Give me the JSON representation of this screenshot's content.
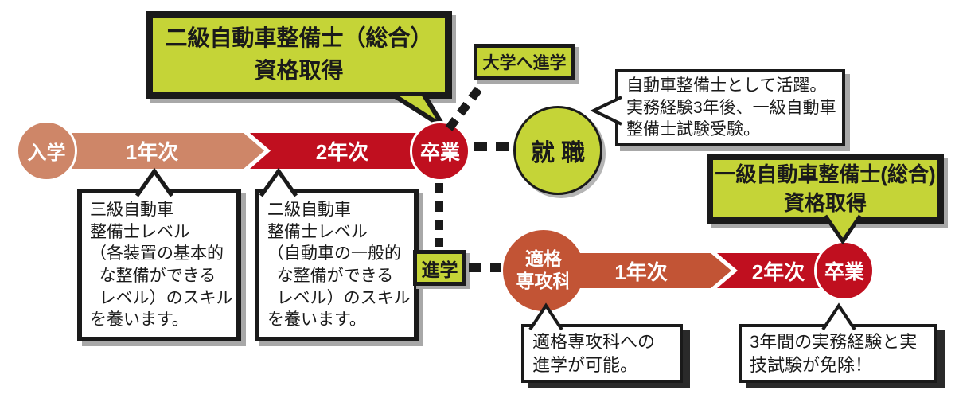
{
  "colors": {
    "accent_green": "#c5d437",
    "salmon": "#ce8668",
    "crimson": "#c00f1f",
    "orange_red": "#c25435",
    "outline_black": "#1a1a1a",
    "white": "#ffffff"
  },
  "diagram": {
    "cert2_box": {
      "line1": "二級自動車整備士（総合）",
      "line2": "資格取得"
    },
    "univ_box": {
      "label": "大学へ進学"
    },
    "career_note": {
      "line1": "自動車整備士として活躍。",
      "line2": "実務経験3年後、一級自動車",
      "line3": "整備士試験受験。"
    },
    "track1": {
      "entry": "入学",
      "year1": "1年次",
      "year2": "2年次",
      "grad": "卒業"
    },
    "employment_circle": {
      "label": "就 職"
    },
    "skill3_note": {
      "lines": [
        "三級自動車",
        "整備士レベル",
        "（各装置の基本的",
        "  な整備ができる",
        "  レベル）のスキル",
        "を養います。"
      ]
    },
    "skill2_note": {
      "lines": [
        "二級自動車",
        "整備士レベル",
        "（自動車の一般的",
        "  な整備ができる",
        "  レベル）のスキル",
        "を養います。"
      ]
    },
    "shingaku_box": {
      "label": "進学"
    },
    "senkoka_circle": {
      "line1": "適格",
      "line2": "専攻科"
    },
    "track2": {
      "year1": "1年次",
      "year2": "2年次",
      "grad": "卒業"
    },
    "cert1_box": {
      "line1": "一級自動車整備士(総合)",
      "line2": "資格取得"
    },
    "senkoka_note": {
      "line1": "適格専攻科への",
      "line2": "進学が可能。"
    },
    "exemption_note": {
      "line1": "3年間の実務経験と実",
      "line2": "技試験が免除！"
    }
  }
}
